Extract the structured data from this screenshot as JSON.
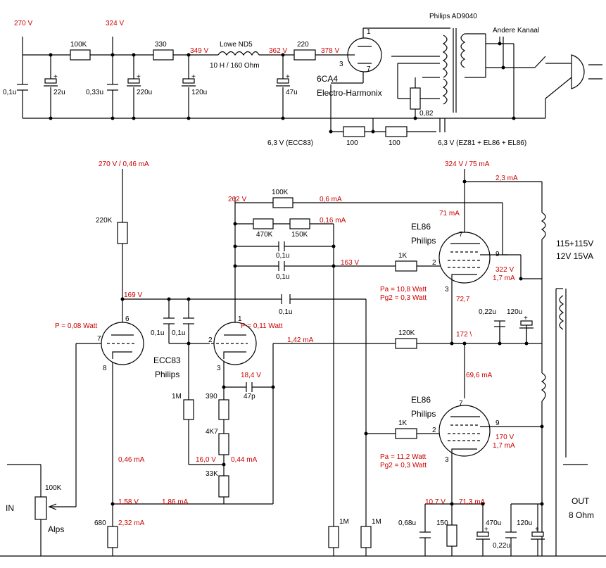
{
  "colors": {
    "wire": "#000000",
    "annotation": "#cc0000"
  },
  "psu": {
    "v1": "270 V",
    "v2": "324 V",
    "v3": "349 V",
    "v4": "362 V",
    "v5": "378 V",
    "r_100k": "100K",
    "r_330": "330",
    "choke": "Lowe ND5",
    "choke_spec": "10 H / 160 Ohm",
    "r_220": "220",
    "c1": "0,1u",
    "c2": "22u",
    "c3": "0,33u",
    "c4": "220u",
    "c5": "120u",
    "c6": "47u",
    "rect_tube": "6CA4",
    "rect_maker": "Electro-Harmonix",
    "pin1": "1",
    "pin3": "3",
    "pin7": "7",
    "transformer": "Philips AD9040",
    "other_channel": "Andere Kanaal",
    "r_082": "0,82",
    "heater_left": "6,3 V (ECC83)",
    "r_h1": "100",
    "r_h2": "100",
    "heater_right": "6,3 V (EZ81 + EL86 + EL86)"
  },
  "amp": {
    "supply_pre": "270 V / 0,46 mA",
    "r_220k": "220K",
    "v_169": "169 V",
    "p_v1a": "P = 0,08 Watt",
    "pin6": "6",
    "pin7": "7",
    "pin8": "8",
    "tube_ecc83": "ECC83",
    "maker_ecc83": "Philips",
    "pin1": "1",
    "pin2": "2",
    "pin3": "3",
    "p_v1b": "P = 0,11 Watt",
    "c_01a": "0,1u",
    "c_01b": "0,1u",
    "v_262": "262 V",
    "r_fb_100k": "100K",
    "i_06": "0,6 mA",
    "r_470k": "470K",
    "r_150k": "150K",
    "i_016": "0,16 mA",
    "c_01c": "0,1u",
    "c_01d": "0,1u",
    "v_163": "163 V",
    "c_01e": "0,1u",
    "i_142": "1,42 mA",
    "v_184": "18,4 V",
    "c_47p": "47p",
    "r_1m_a": "1M",
    "r_390": "390",
    "r_4k7": "4K7",
    "r_33k": "33K",
    "v_160": "16,0 V",
    "i_044": "0,44 mA",
    "i_046": "0,46 mA",
    "pot": "100K",
    "pot_maker": "Alps",
    "in_label": "IN",
    "v_158": "1,58 V",
    "i_186": "1,86 mA",
    "r_680": "680",
    "i_232": "2,32 mA",
    "r_1m_b": "1M",
    "r_1m_c": "1M",
    "supply_pwr": "324 V / 75 mA",
    "i_23": "2,3 mA",
    "i_71": "71 mA",
    "tube_el86": "EL86",
    "maker_el86": "Philips",
    "r_1k_a": "1K",
    "pin2_a": "2",
    "pin7_a": "7",
    "pin9_a": "9",
    "pin3_a": "3",
    "v_322": "322 V",
    "i_17a": "1,7 mA",
    "pa_a": "Pa   = 10,8 Watt",
    "pg2_a": "Pg2 =  0,3 Watt",
    "v_727": "72,7",
    "c_022a": "0,22u",
    "c_120a": "120u",
    "r_120k": "120K",
    "v_172": "172 \\",
    "i_696": "69,6 mA",
    "r_1k_b": "1K",
    "pin2_b": "2",
    "pin7_b": "7",
    "pin9_b": "9",
    "pin3_b": "3",
    "v_170": "170 V",
    "i_17b": "1,7 mA",
    "pa_b": "Pa   = 11,2 Watt",
    "pg2_b": "Pg2 =  0,3 Watt",
    "v_107": "10,7 V",
    "i_713": "71,3 mA",
    "c_068": "0,68u",
    "r_150": "150",
    "c_470": "470u",
    "c_120b": "120u",
    "c_022b": "0,22u",
    "xfmr_v": "115+115V",
    "xfmr_s": "12V 15VA",
    "out": "OUT",
    "out_ohm": "8 Ohm"
  }
}
